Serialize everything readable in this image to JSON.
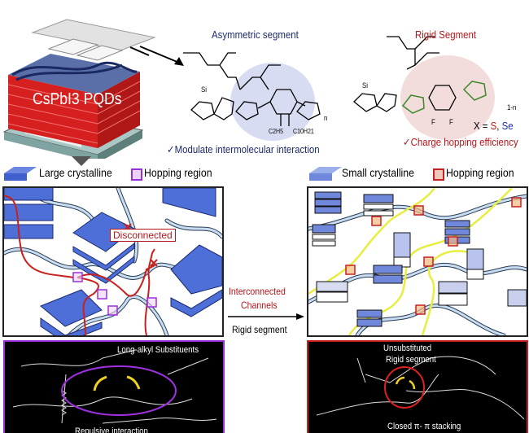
{
  "device": {
    "label": "CsPbI3 PQDs"
  },
  "molecule": {
    "asymmetric_label": "Asymmetric segment",
    "rigid_label": "Rigid Segment",
    "x_eq": "X = ",
    "x_s": "S",
    "x_sep": ", ",
    "x_se": "Se",
    "charge_hopping": "✓Charge hopping efficiency",
    "modulate": "✓Modulate intermolecular interaction",
    "sub_c2h5": "C2H5",
    "sub_c10h21": "C10H21",
    "n": "n",
    "one_minus_n": "1-n",
    "si": "Si",
    "f": "F"
  },
  "left": {
    "legend_crystalline": "Large crystalline",
    "legend_hopping": "Hopping region",
    "disconnected": "Disconnected",
    "bottom_label": "Long-alkyl Substituents",
    "bottom_cut_label": "Repulsive interaction"
  },
  "center": {
    "interconnected": "Interconnected",
    "channels": "Channels",
    "rigid_segment": "Rigid segment"
  },
  "right": {
    "legend_crystalline": "Small crystalline",
    "legend_hopping": "Hopping region",
    "bottom_label_1": "Unsubstituted",
    "bottom_label_2": "Rigid segment",
    "bottom_label_3": "Closed π- π stacking"
  },
  "colors": {
    "red": "#b3161b",
    "navy": "#1c2a6b",
    "purple": "#9b30d9",
    "crystal": "#4f6fd8"
  }
}
